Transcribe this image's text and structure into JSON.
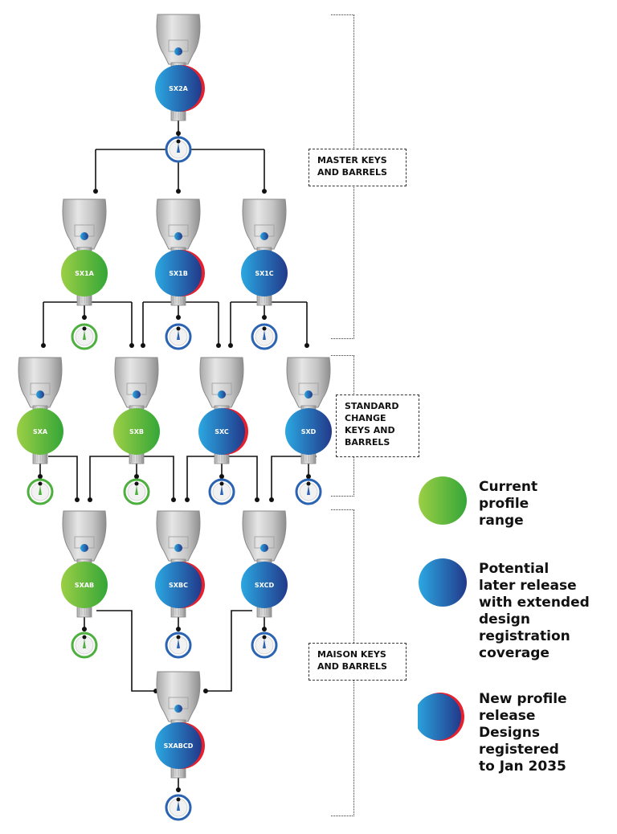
{
  "sections": [
    {
      "id": "master",
      "label_lines": [
        "MASTER KEYS",
        "AND BARRELS"
      ]
    },
    {
      "id": "standard",
      "label_lines": [
        "STANDARD",
        "CHANGE",
        "KEYS AND",
        "BARRELS"
      ]
    },
    {
      "id": "maison",
      "label_lines": [
        "MAISON KEYS",
        "AND BARRELS"
      ]
    }
  ],
  "keys": [
    {
      "id": "SX2A",
      "label": "SX2A",
      "color": "blue",
      "new_profile": true
    },
    {
      "id": "SX1A",
      "label": "SX1A",
      "color": "green",
      "new_profile": false
    },
    {
      "id": "SX1B",
      "label": "SX1B",
      "color": "blue",
      "new_profile": true
    },
    {
      "id": "SX1C",
      "label": "SX1C",
      "color": "blue",
      "new_profile": false
    },
    {
      "id": "SXA",
      "label": "SXA",
      "color": "green",
      "new_profile": false
    },
    {
      "id": "SXB",
      "label": "SXB",
      "color": "green",
      "new_profile": false
    },
    {
      "id": "SXC",
      "label": "SXC",
      "color": "blue",
      "new_profile": true
    },
    {
      "id": "SXD",
      "label": "SXD",
      "color": "blue",
      "new_profile": false
    },
    {
      "id": "SXAB",
      "label": "SXAB",
      "color": "green",
      "new_profile": false
    },
    {
      "id": "SXBC",
      "label": "SXBC",
      "color": "blue",
      "new_profile": true
    },
    {
      "id": "SXCD",
      "label": "SXCD",
      "color": "blue",
      "new_profile": false
    },
    {
      "id": "SXABCD",
      "label": "SXABCD",
      "color": "blue",
      "new_profile": true
    }
  ],
  "legend": [
    {
      "kind": "green",
      "lines": [
        "Current",
        "profile",
        "range"
      ]
    },
    {
      "kind": "blue",
      "lines": [
        "Potential",
        "later release",
        "with extended",
        "design",
        "registration",
        "coverage"
      ]
    },
    {
      "kind": "blue-red",
      "lines": [
        "New profile",
        "release",
        "Designs",
        "registered",
        "to Jan 2035"
      ]
    }
  ],
  "colors": {
    "green_light": "#8cc63f",
    "green_dark": "#3aaa35",
    "blue_light": "#2aa6e0",
    "blue_dark": "#233e8b",
    "red": "#e5202e",
    "line": "#111111",
    "key_metal": "#c9c9c9"
  }
}
